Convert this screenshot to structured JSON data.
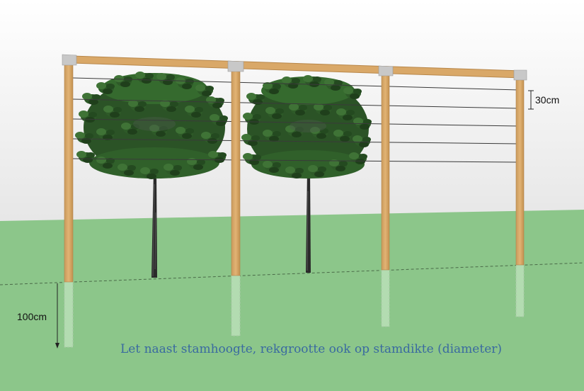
{
  "dimensions": {
    "wire_spacing_label": "30cm",
    "post_depth_label": "100cm"
  },
  "caption": "Let naast stamhoogte, rekgrootte ook op stamdikte (diameter)",
  "colors": {
    "sky": "#ebebeb",
    "grass": "#8cc68a",
    "wood": "#d8a867",
    "foliage": "#2f5a2a"
  }
}
